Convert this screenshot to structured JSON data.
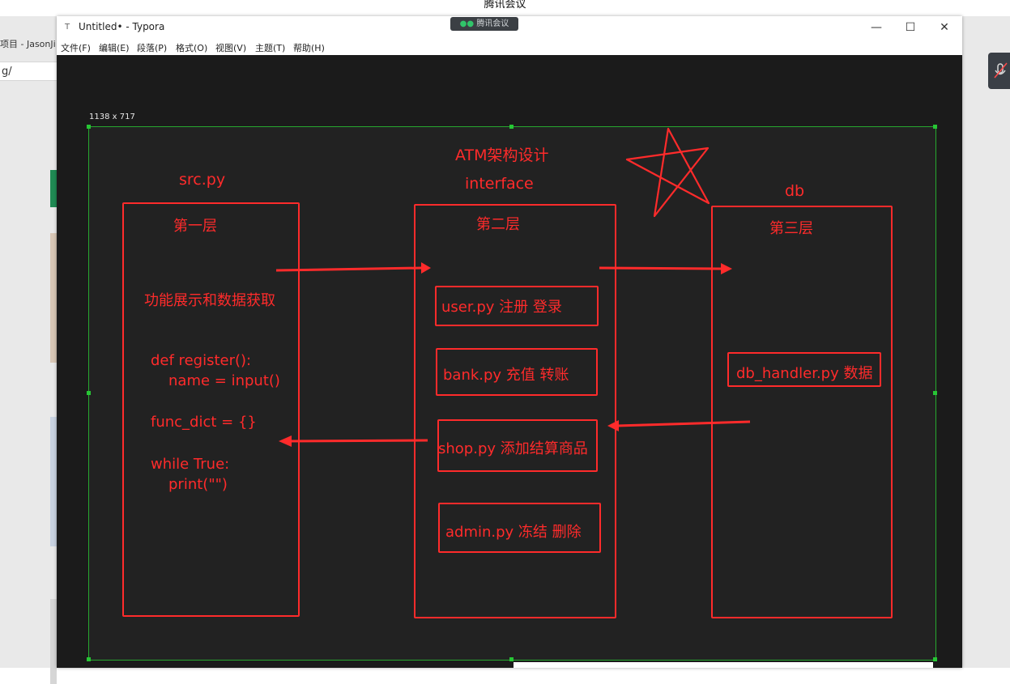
{
  "meeting_caption": "腾讯会议",
  "background_browser": {
    "tab_text": "项目 - JasonJi",
    "url_text": "g/"
  },
  "typora": {
    "app_icon": "T",
    "title": "Untitled• - Typora",
    "meeting_pill": "腾讯会议",
    "window_controls": {
      "minimize": "—",
      "maximize": "☐",
      "close": "✕"
    },
    "menu": [
      "文件(F)",
      "编辑(E)",
      "段落(P)",
      "格式(O)",
      "视图(V)",
      "主题(T)",
      "帮助(H)"
    ],
    "image_size": "1138 x 717"
  },
  "diagram": {
    "title": "ATM架构设计",
    "columns": [
      {
        "name": "src.py",
        "layer": "第一层"
      },
      {
        "name": "interface",
        "layer": "第二层"
      },
      {
        "name": "db",
        "layer": "第三层"
      }
    ],
    "src_content": {
      "desc": "功能展示和数据获取",
      "code": [
        "def register():",
        "name = input()",
        "func_dict = {}",
        "while True:",
        "print(\"\")"
      ]
    },
    "interface_items": [
      "user.py  注册 登录",
      "bank.py  充值 转账",
      "shop.py  添加结算商品",
      "admin.py  冻结 删除"
    ],
    "db_item": "db_handler.py 数据"
  },
  "colors": {
    "ink": "#ff2b2b",
    "canvas": "#222222",
    "selection": "#27a82f"
  }
}
